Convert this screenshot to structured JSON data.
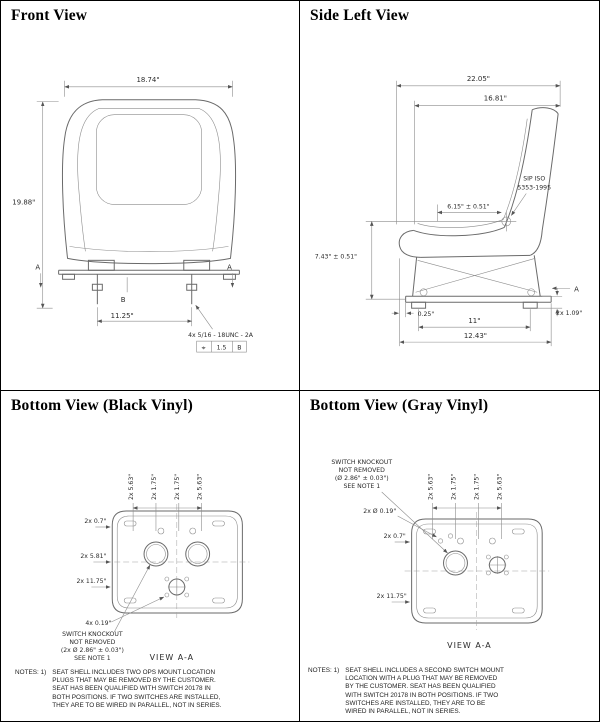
{
  "page": {
    "background": "#ffffff",
    "line_color": "#6a6a6a",
    "text_color": "#2b2b2b"
  },
  "panels": {
    "front_view": {
      "title": "Front View",
      "dim_width": "18.74\"",
      "dim_height": "19.88\"",
      "dim_bolt_spacing": "11.25\"",
      "bolt_callout": "4x 5/16 - 18UNC - 2A",
      "gdt_symbol": "⌖",
      "gdt_tolerance": "1.5",
      "gdt_datum": "B",
      "section_label_left": "A",
      "section_label_right": "A",
      "datum_label": "B"
    },
    "side_left_view": {
      "title": "Side Left View",
      "dim_overall_depth": "22.05\"",
      "dim_back_depth": "16.81\"",
      "sip_line1": "SIP ISO",
      "sip_line2": "5353-1995",
      "dim_sip_horizontal": "6.15\" ± 0.51\"",
      "dim_sip_vertical": "7.43\" ± 0.51\"",
      "dim_rail_offset": "0.25\"",
      "dim_rail_span": "11\"",
      "dim_base_depth": "12.43\"",
      "dim_foot_height": "2x 1.09\"",
      "section_label": "A"
    },
    "bottom_black": {
      "title": "Bottom View (Black Vinyl)",
      "top_dims": [
        "2x 5.63\"",
        "2x 1.75\"",
        "2x 1.75\"",
        "2x 5.63\""
      ],
      "dim_left_1": "2x 0.7\"",
      "dim_left_2": "2x 5.81\"",
      "dim_left_3": "2x 11.75\"",
      "hole_callout": "4x 0.19\"",
      "knockout_callout": [
        "SWITCH KNOCKOUT",
        "NOT REMOVED",
        "(2x Ø 2.86\" ± 0.03\")",
        "SEE NOTE 1"
      ],
      "view_label": "VIEW A-A",
      "notes_label": "NOTES:  1)",
      "notes_body": "SEAT SHELL INCLUDES TWO OPS MOUNT LOCATION\nPLUGS THAT MAY BE REMOVED BY THE CUSTOMER.\nSEAT HAS BEEN QUALIFIED WITH SWITCH 20178 IN\nBOTH POSITIONS. IF TWO SWITCHES ARE INSTALLED,\nTHEY ARE TO BE WIRED IN PARALLEL, NOT IN SERIES."
    },
    "bottom_gray": {
      "title": "Bottom View (Gray Vinyl)",
      "knockout_callout": [
        "SWITCH KNOCKOUT",
        "NOT REMOVED",
        "(Ø 2.86\" ± 0.03\")",
        "SEE NOTE 1"
      ],
      "top_dims": [
        "2x 5.63\"",
        "2x 1.75\"",
        "2x 1.75\"",
        "2x 5.63\""
      ],
      "hole_callout": "2x Ø 0.19\"",
      "dim_left_1": "2x 0.7\"",
      "dim_left_2": "2x 11.75\"",
      "view_label": "VIEW  A-A",
      "notes_label": "NOTES: 1)",
      "notes_body": "SEAT SHELL INCLUDES A SECOND SWITCH MOUNT\nLOCATION WITH A PLUG THAT MAY BE REMOVED\nBY THE CUSTOMER. SEAT HAS BEEN QUALIFIED\nWITH SWITCH 20178 IN BOTH POSITIONS. IF TWO\nSWITCHES ARE INSTALLED, THEY ARE TO BE\nWIRED IN PARALLEL, NOT IN SERIES."
    }
  }
}
